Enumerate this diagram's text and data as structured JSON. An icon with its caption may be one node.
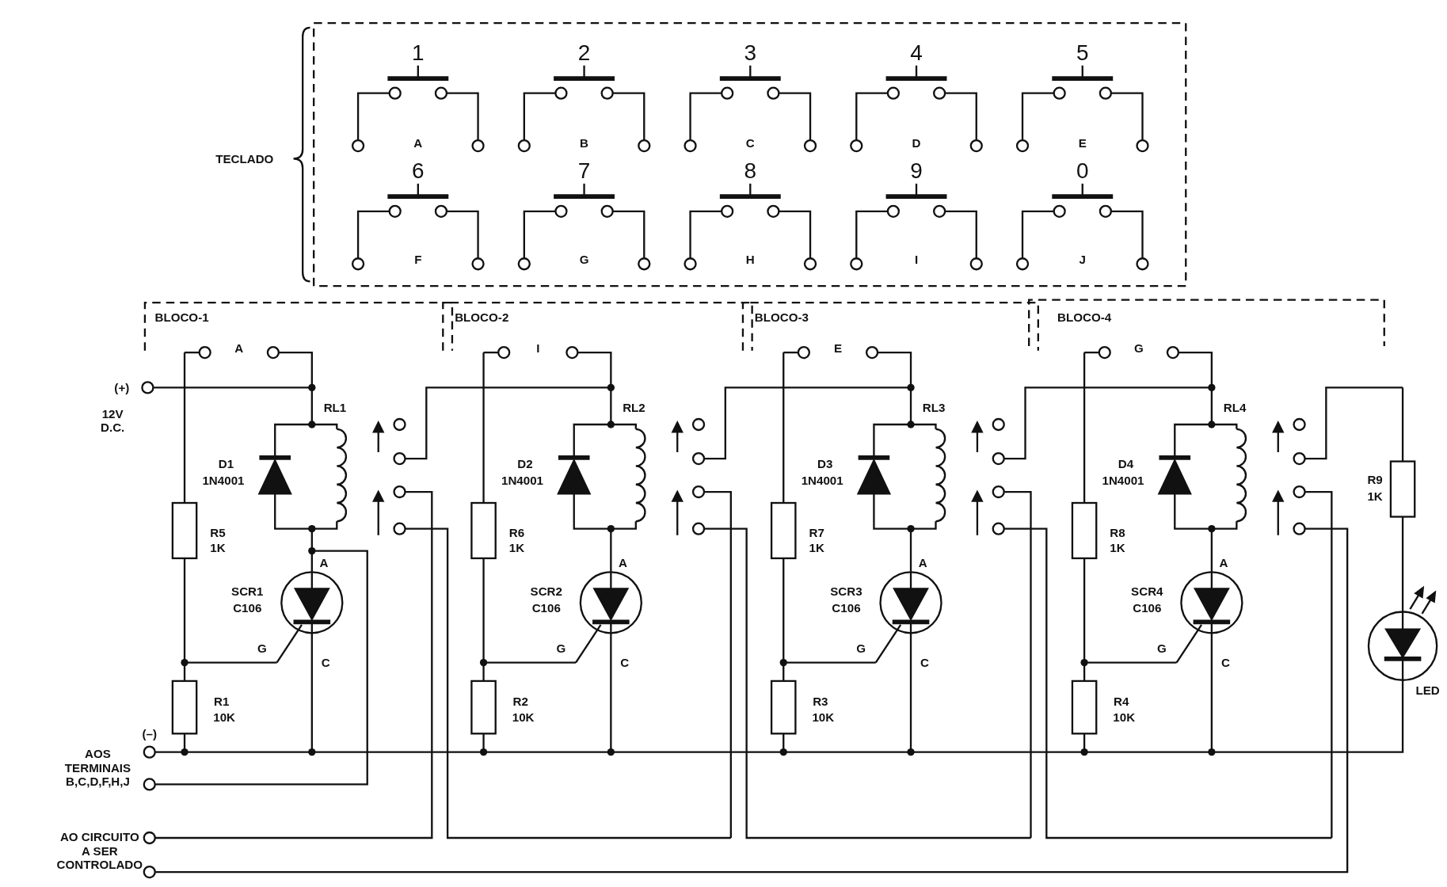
{
  "diagram": {
    "labels": [
      "TECLADO",
      "1",
      "2",
      "3",
      "4",
      "5",
      "A",
      "B",
      "C",
      "D",
      "E",
      "6",
      "7",
      "8",
      "9",
      "0",
      "F",
      "G",
      "H",
      "I",
      "J",
      "BLOCO-1",
      "BLOCO-2",
      "BLOCO-3",
      "BLOCO-4",
      "(+)",
      "12V D.C.",
      "A",
      "RL1",
      "D1",
      "1N4001",
      "R5",
      "1K",
      "SCR1",
      "C106",
      "A",
      "G",
      "C",
      "R1",
      "10K",
      "I",
      "RL2",
      "D2",
      "1N4001",
      "R6",
      "1K",
      "SCR2",
      "C106",
      "A",
      "G",
      "C",
      "R2",
      "10K",
      "E",
      "RL3",
      "D3",
      "1N4001",
      "R7",
      "1K",
      "SCR3",
      "C106",
      "A",
      "G",
      "C",
      "R3",
      "10K",
      "G",
      "RL4",
      "D4",
      "1N4001",
      "R8",
      "1K",
      "SCR4",
      "C106",
      "A",
      "G",
      "C",
      "R4",
      "10K",
      "(–)",
      "AOS TERMINAIS B,C,D,F,H,J",
      "AO CIRCUITO A SER CONTROLADO",
      "R9",
      "1K",
      "LED"
    ]
  }
}
